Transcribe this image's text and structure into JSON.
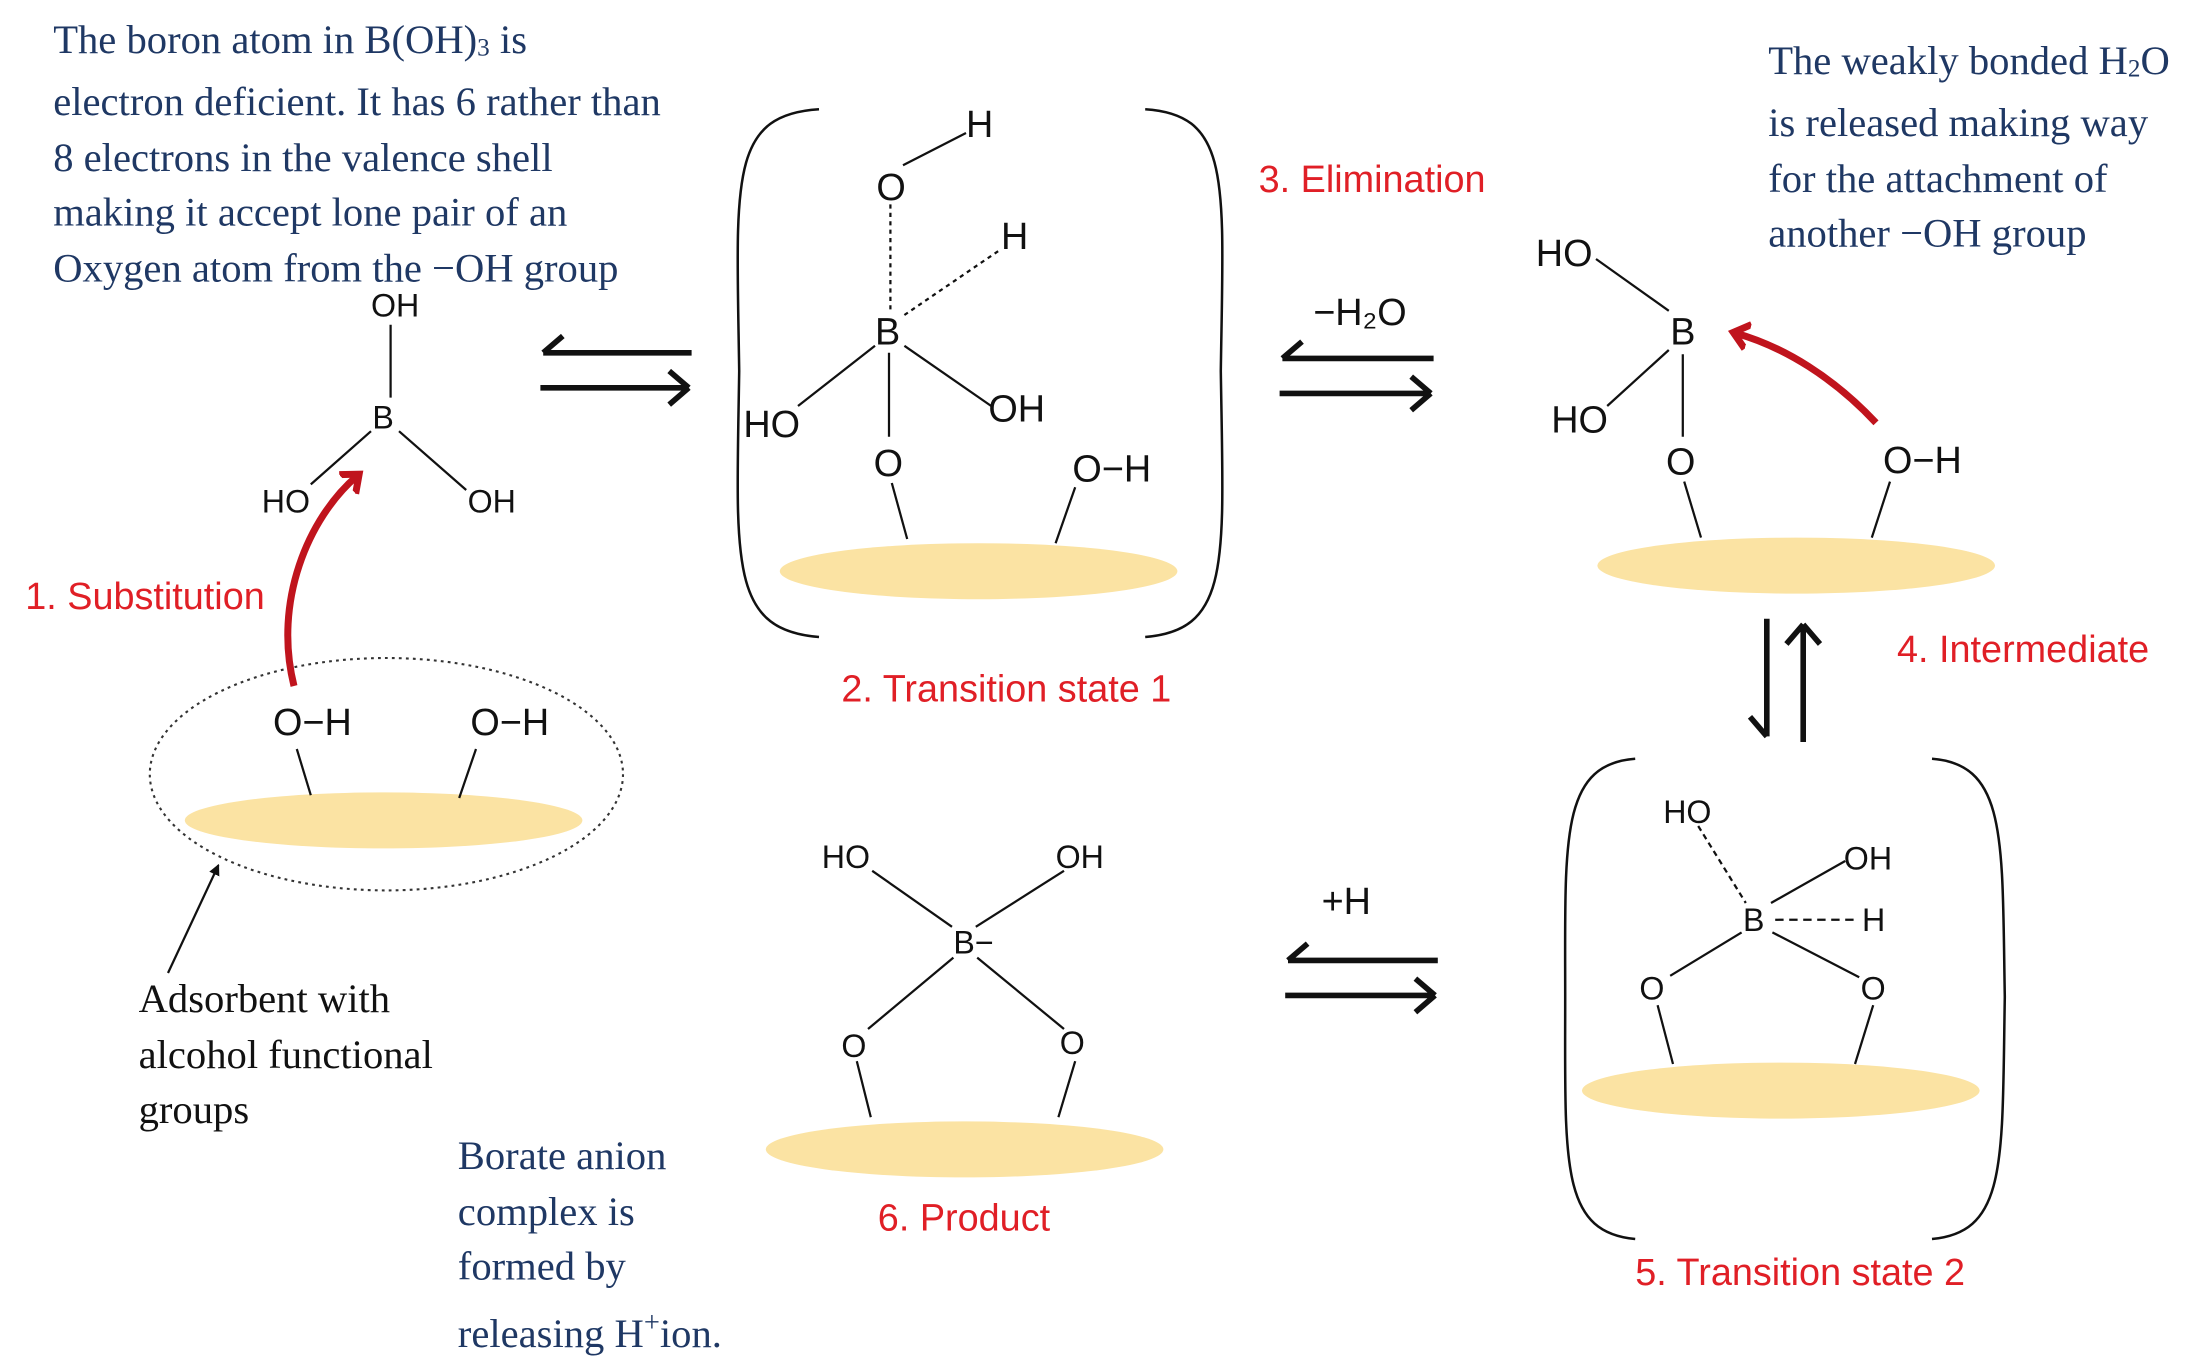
{
  "notes": {
    "boron_deficient": {
      "text1": "The boron atom in B(OH)",
      "sub1": "3",
      "text2": " is electron deficient. It has 6 rather than 8 electrons in the valence shell making it accept lone pair of an Oxygen atom from the  −OH group"
    },
    "water_release": {
      "text1": "The weakly bonded H",
      "sub1": "2",
      "text2": "O is released making way for the attachment of another  −OH group"
    },
    "adsorbent": "Adsorbent with alcohol functional groups",
    "borate": {
      "text1": "Borate anion complex is formed by releasing H",
      "sup1": "+",
      "text2": "ion."
    }
  },
  "steps": {
    "s1": "1. Substitution",
    "s2": "2. Transition state 1",
    "s3": "3. Elimination",
    "s4": "4. Intermediate",
    "s5": "5. Transition state 2",
    "s6": "6. Product"
  },
  "arrow_labels": {
    "minus_water": "−H₂O",
    "plus_h": "+H"
  },
  "atoms": {
    "oh": "OH",
    "ho": "HO",
    "b": "B",
    "b_minus": "B−",
    "o": "O",
    "h": "H",
    "o_h": "O−H"
  },
  "colors": {
    "surface": "#fbe3a3",
    "red_label": "#e01f26",
    "red_arrow": "#c0141d",
    "note_text": "#1f3864"
  }
}
